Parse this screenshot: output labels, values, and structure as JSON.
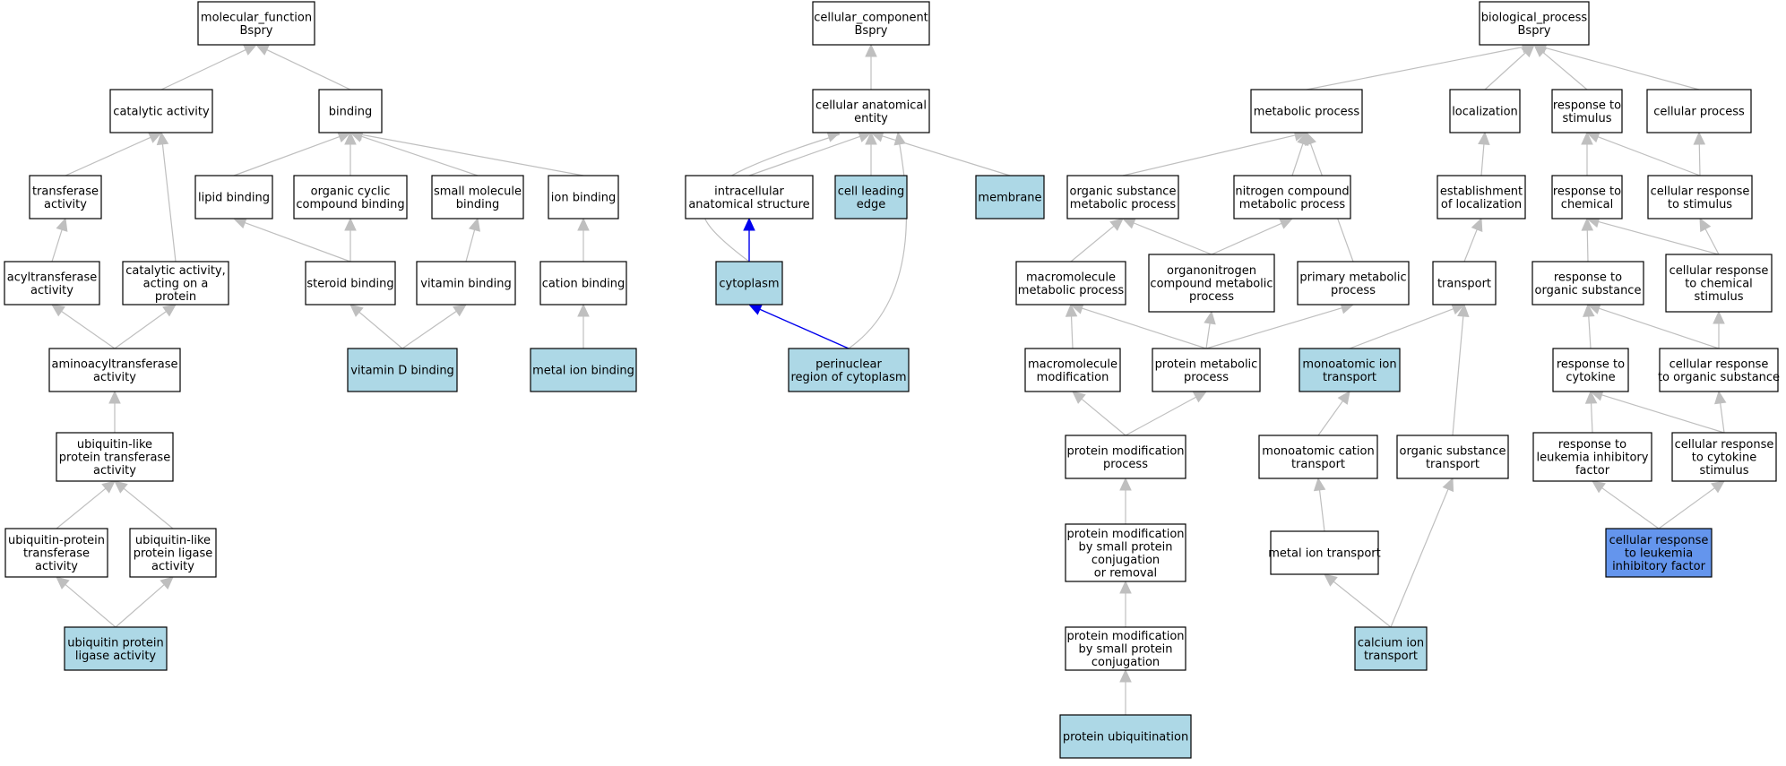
{
  "colors": {
    "edge_default": "#bfbfbf",
    "edge_highlight": "#0000ee",
    "node_fill_plain": "#ffffff",
    "node_fill_annotated": "#add8e6",
    "node_fill_query": "#6495ed",
    "node_border": "#000000"
  },
  "nodes": [
    {
      "id": "mf",
      "lines": [
        "molecular_function",
        "Bspry"
      ],
      "style": "plain"
    },
    {
      "id": "catalytic",
      "lines": [
        "catalytic activity"
      ],
      "style": "plain"
    },
    {
      "id": "binding",
      "lines": [
        "binding"
      ],
      "style": "plain"
    },
    {
      "id": "transferase",
      "lines": [
        "transferase",
        "activity"
      ],
      "style": "plain"
    },
    {
      "id": "lipid",
      "lines": [
        "lipid binding"
      ],
      "style": "plain"
    },
    {
      "id": "orgcyclic",
      "lines": [
        "organic cyclic",
        "compound binding"
      ],
      "style": "plain"
    },
    {
      "id": "smallmol",
      "lines": [
        "small molecule",
        "binding"
      ],
      "style": "plain"
    },
    {
      "id": "ionbind",
      "lines": [
        "ion binding"
      ],
      "style": "plain"
    },
    {
      "id": "acyltrans",
      "lines": [
        "acyltransferase",
        "activity"
      ],
      "style": "plain"
    },
    {
      "id": "catprot",
      "lines": [
        "catalytic activity,",
        "acting on a",
        "protein"
      ],
      "style": "plain"
    },
    {
      "id": "steroid",
      "lines": [
        "steroid binding"
      ],
      "style": "plain"
    },
    {
      "id": "vitamin",
      "lines": [
        "vitamin binding"
      ],
      "style": "plain"
    },
    {
      "id": "cation",
      "lines": [
        "cation binding"
      ],
      "style": "plain"
    },
    {
      "id": "aminoacyl",
      "lines": [
        "aminoacyltransferase",
        "activity"
      ],
      "style": "plain"
    },
    {
      "id": "vitd",
      "lines": [
        "vitamin D binding"
      ],
      "style": "annotated"
    },
    {
      "id": "metalion",
      "lines": [
        "metal ion binding"
      ],
      "style": "annotated"
    },
    {
      "id": "ubltrans",
      "lines": [
        "ubiquitin-like",
        "protein transferase",
        "activity"
      ],
      "style": "plain"
    },
    {
      "id": "ubptrans",
      "lines": [
        "ubiquitin-protein",
        "transferase",
        "activity"
      ],
      "style": "plain"
    },
    {
      "id": "ubllig",
      "lines": [
        "ubiquitin-like",
        "protein ligase",
        "activity"
      ],
      "style": "plain"
    },
    {
      "id": "ubplig",
      "lines": [
        "ubiquitin protein",
        "ligase activity"
      ],
      "style": "annotated"
    },
    {
      "id": "cc",
      "lines": [
        "cellular_component",
        "Bspry"
      ],
      "style": "plain"
    },
    {
      "id": "cae",
      "lines": [
        "cellular anatomical",
        "entity"
      ],
      "style": "plain"
    },
    {
      "id": "intracell",
      "lines": [
        "intracellular",
        "anatomical structure"
      ],
      "style": "plain"
    },
    {
      "id": "leading",
      "lines": [
        "cell leading",
        "edge"
      ],
      "style": "annotated"
    },
    {
      "id": "membrane",
      "lines": [
        "membrane"
      ],
      "style": "annotated"
    },
    {
      "id": "cytoplasm",
      "lines": [
        "cytoplasm"
      ],
      "style": "annotated"
    },
    {
      "id": "perinuc",
      "lines": [
        "perinuclear",
        "region of cytoplasm"
      ],
      "style": "annotated"
    },
    {
      "id": "bp",
      "lines": [
        "biological_process",
        "Bspry"
      ],
      "style": "plain"
    },
    {
      "id": "metab",
      "lines": [
        "metabolic process"
      ],
      "style": "plain"
    },
    {
      "id": "local",
      "lines": [
        "localization"
      ],
      "style": "plain"
    },
    {
      "id": "respstim",
      "lines": [
        "response to",
        "stimulus"
      ],
      "style": "plain"
    },
    {
      "id": "cellproc",
      "lines": [
        "cellular process"
      ],
      "style": "plain"
    },
    {
      "id": "orgsubmet",
      "lines": [
        "organic substance",
        "metabolic process"
      ],
      "style": "plain"
    },
    {
      "id": "nitromet",
      "lines": [
        "nitrogen compound",
        "metabolic process"
      ],
      "style": "plain"
    },
    {
      "id": "estloc",
      "lines": [
        "establishment",
        "of localization"
      ],
      "style": "plain"
    },
    {
      "id": "respchem",
      "lines": [
        "response to",
        "chemical"
      ],
      "style": "plain"
    },
    {
      "id": "cellrespstim",
      "lines": [
        "cellular response",
        "to stimulus"
      ],
      "style": "plain"
    },
    {
      "id": "macromet",
      "lines": [
        "macromolecule",
        "metabolic process"
      ],
      "style": "plain"
    },
    {
      "id": "organonitro",
      "lines": [
        "organonitrogen",
        "compound metabolic",
        "process"
      ],
      "style": "plain"
    },
    {
      "id": "primmet",
      "lines": [
        "primary metabolic",
        "process"
      ],
      "style": "plain"
    },
    {
      "id": "transport",
      "lines": [
        "transport"
      ],
      "style": "plain"
    },
    {
      "id": "resporg",
      "lines": [
        "response to",
        "organic substance"
      ],
      "style": "plain"
    },
    {
      "id": "cellrespchem",
      "lines": [
        "cellular response",
        "to chemical",
        "stimulus"
      ],
      "style": "plain"
    },
    {
      "id": "macromod",
      "lines": [
        "macromolecule",
        "modification"
      ],
      "style": "plain"
    },
    {
      "id": "protmet",
      "lines": [
        "protein metabolic",
        "process"
      ],
      "style": "plain"
    },
    {
      "id": "monoion",
      "lines": [
        "monoatomic ion",
        "transport"
      ],
      "style": "annotated"
    },
    {
      "id": "respcyto",
      "lines": [
        "response to",
        "cytokine"
      ],
      "style": "plain"
    },
    {
      "id": "cellresporg",
      "lines": [
        "cellular response",
        "to organic substance"
      ],
      "style": "plain"
    },
    {
      "id": "protmod",
      "lines": [
        "protein modification",
        "process"
      ],
      "style": "plain"
    },
    {
      "id": "monocation",
      "lines": [
        "monoatomic cation",
        "transport"
      ],
      "style": "plain"
    },
    {
      "id": "orgsubtrans",
      "lines": [
        "organic substance",
        "transport"
      ],
      "style": "plain"
    },
    {
      "id": "respleuk",
      "lines": [
        "response to",
        "leukemia inhibitory",
        "factor"
      ],
      "style": "plain"
    },
    {
      "id": "cellrespcyto",
      "lines": [
        "cellular response",
        "to cytokine",
        "stimulus"
      ],
      "style": "plain"
    },
    {
      "id": "protmodsmall",
      "lines": [
        "protein modification",
        "by small protein",
        "conjugation",
        "or removal"
      ],
      "style": "plain"
    },
    {
      "id": "metaliontrans",
      "lines": [
        "metal ion transport"
      ],
      "style": "plain"
    },
    {
      "id": "cellrespleuk",
      "lines": [
        "cellular response",
        "to leukemia",
        "inhibitory factor"
      ],
      "style": "query"
    },
    {
      "id": "protmodconj",
      "lines": [
        "protein modification",
        "by small protein",
        "conjugation"
      ],
      "style": "plain"
    },
    {
      "id": "calcium",
      "lines": [
        "calcium ion",
        "transport"
      ],
      "style": "annotated"
    },
    {
      "id": "protubiq",
      "lines": [
        "protein ubiquitination"
      ],
      "style": "annotated"
    }
  ],
  "edges": [
    {
      "from": "catalytic",
      "to": "mf"
    },
    {
      "from": "binding",
      "to": "mf"
    },
    {
      "from": "transferase",
      "to": "catalytic"
    },
    {
      "from": "catprot",
      "to": "catalytic"
    },
    {
      "from": "lipid",
      "to": "binding"
    },
    {
      "from": "orgcyclic",
      "to": "binding"
    },
    {
      "from": "smallmol",
      "to": "binding"
    },
    {
      "from": "ionbind",
      "to": "binding"
    },
    {
      "from": "acyltrans",
      "to": "transferase"
    },
    {
      "from": "aminoacyl",
      "to": "acyltrans"
    },
    {
      "from": "aminoacyl",
      "to": "catprot"
    },
    {
      "from": "steroid",
      "to": "lipid"
    },
    {
      "from": "steroid",
      "to": "orgcyclic"
    },
    {
      "from": "vitamin",
      "to": "smallmol"
    },
    {
      "from": "cation",
      "to": "ionbind"
    },
    {
      "from": "vitd",
      "to": "steroid"
    },
    {
      "from": "vitd",
      "to": "vitamin"
    },
    {
      "from": "metalion",
      "to": "cation"
    },
    {
      "from": "ubltrans",
      "to": "aminoacyl"
    },
    {
      "from": "ubptrans",
      "to": "ubltrans"
    },
    {
      "from": "ubllig",
      "to": "ubltrans"
    },
    {
      "from": "ubplig",
      "to": "ubptrans"
    },
    {
      "from": "ubplig",
      "to": "ubllig"
    },
    {
      "from": "cae",
      "to": "cc"
    },
    {
      "from": "intracell",
      "to": "cae"
    },
    {
      "from": "leading",
      "to": "cae"
    },
    {
      "from": "membrane",
      "to": "cae"
    },
    {
      "from": "cytoplasm",
      "to": "cae",
      "curve": "left"
    },
    {
      "from": "perinuc",
      "to": "cae",
      "curve": "right"
    },
    {
      "from": "cytoplasm",
      "to": "intracell",
      "highlight": true
    },
    {
      "from": "perinuc",
      "to": "cytoplasm",
      "highlight": true
    },
    {
      "from": "metab",
      "to": "bp"
    },
    {
      "from": "local",
      "to": "bp"
    },
    {
      "from": "respstim",
      "to": "bp"
    },
    {
      "from": "cellproc",
      "to": "bp"
    },
    {
      "from": "orgsubmet",
      "to": "metab"
    },
    {
      "from": "nitromet",
      "to": "metab"
    },
    {
      "from": "primmet",
      "to": "metab"
    },
    {
      "from": "estloc",
      "to": "local"
    },
    {
      "from": "respchem",
      "to": "respstim"
    },
    {
      "from": "cellrespstim",
      "to": "respstim"
    },
    {
      "from": "cellrespstim",
      "to": "cellproc"
    },
    {
      "from": "macromet",
      "to": "orgsubmet"
    },
    {
      "from": "organonitro",
      "to": "orgsubmet"
    },
    {
      "from": "organonitro",
      "to": "nitromet"
    },
    {
      "from": "transport",
      "to": "estloc"
    },
    {
      "from": "resporg",
      "to": "respchem"
    },
    {
      "from": "cellrespchem",
      "to": "respchem"
    },
    {
      "from": "cellrespchem",
      "to": "cellrespstim"
    },
    {
      "from": "macromod",
      "to": "macromet"
    },
    {
      "from": "protmet",
      "to": "macromet"
    },
    {
      "from": "protmet",
      "to": "organonitro"
    },
    {
      "from": "protmet",
      "to": "primmet"
    },
    {
      "from": "monoion",
      "to": "transport"
    },
    {
      "from": "orgsubtrans",
      "to": "transport"
    },
    {
      "from": "respcyto",
      "to": "resporg"
    },
    {
      "from": "cellresporg",
      "to": "resporg"
    },
    {
      "from": "cellresporg",
      "to": "cellrespchem"
    },
    {
      "from": "protmod",
      "to": "macromod"
    },
    {
      "from": "protmod",
      "to": "protmet"
    },
    {
      "from": "monocation",
      "to": "monoion"
    },
    {
      "from": "respleuk",
      "to": "respcyto"
    },
    {
      "from": "cellrespcyto",
      "to": "respcyto"
    },
    {
      "from": "cellrespcyto",
      "to": "cellresporg"
    },
    {
      "from": "protmodsmall",
      "to": "protmod"
    },
    {
      "from": "metaliontrans",
      "to": "monocation"
    },
    {
      "from": "cellrespleuk",
      "to": "respleuk"
    },
    {
      "from": "cellrespleuk",
      "to": "cellrespcyto"
    },
    {
      "from": "protmodconj",
      "to": "protmodsmall"
    },
    {
      "from": "calcium",
      "to": "metaliontrans"
    },
    {
      "from": "calcium",
      "to": "orgsubtrans"
    },
    {
      "from": "protubiq",
      "to": "protmodconj"
    }
  ]
}
